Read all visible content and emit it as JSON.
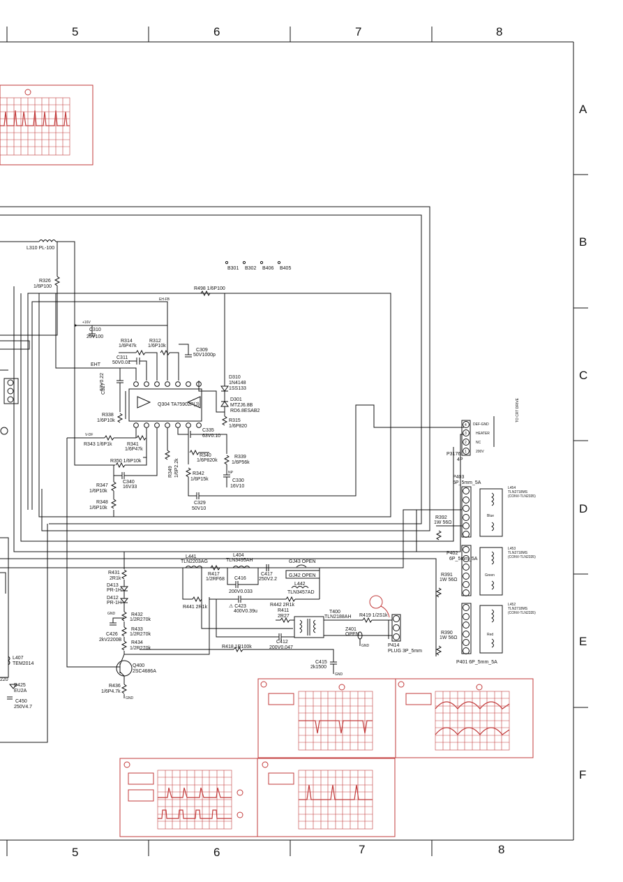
{
  "columns_top": [
    "5",
    "6",
    "7",
    "8"
  ],
  "columns_bottom": [
    "5",
    "6",
    "7",
    "8"
  ],
  "rows": [
    "A",
    "B",
    "C",
    "D",
    "E",
    "F"
  ],
  "ic": {
    "name": "Q304 TA75902P(J)"
  },
  "parts": {
    "l310": "L310  PL-100",
    "r326": "R326\n1/6P100",
    "r498": "R498  1/6P100",
    "ehfb": "EH-FB",
    "plus16": "+16V",
    "c310": "C310\n25V100",
    "r314": "R314\n1/6P47k",
    "r312": "R312\n1/6P10k",
    "c309": "C309\n50V1000p",
    "c311": "C311\n50V0.01",
    "eht": "EHT",
    "c327": "C327\n63V0.22",
    "d310": "D310\n1N4148\n1SS133",
    "d301": "D301\nMTZJ6.8B\nRD6.8ESAB2",
    "r315": "R315\n1/6P820",
    "r338": "R338\n1/6P10k",
    "vdf": "V-DF",
    "r343": "R343  1/6P1k",
    "r341": "R341\n1/6P47k",
    "c335": "C335\n63V0.10",
    "r340": "R340\n1/6P820k",
    "r339": "R339\n1/6P56k",
    "r350": "R350   1/6P10k",
    "r349": "R349\n1/6P2.2k",
    "r342": "R342\n1/6P15k",
    "np": "NP",
    "c330": "C330\n16V10",
    "r347": "R347\n1/6P10k",
    "c340": "C340\n16V33",
    "r348": "R348\n1/6P10k",
    "c329": "C329\n50V10",
    "b301": "B301",
    "b302": "B302",
    "b406": "B406",
    "b405": "B405",
    "p3176": "P3176\n4P",
    "crt_pins": [
      "DEF-GND",
      "HEATER",
      "NC",
      "200V"
    ],
    "to_crt": "TO CRT DRIVE",
    "p403": "P403\n6P_5mm_5A",
    "p402": "P402\n6P_5mm_5A",
    "p401": "P401 6P_5mm_5A",
    "l454": "L454\nTLN2718MS\n(CONV-TLN2335)",
    "l453": "L453\nTLN2718MS\n(CONV-TLN2335)",
    "l452": "L452\nTLN2718MS\n(CONV-TLN2335)",
    "blue": "Blue",
    "green": "Green",
    "red": "Red",
    "r392": "R392\n1W 56Ω",
    "r391": "R391\n1W 56Ω",
    "r390": "R390\n1W 56Ω",
    "l441": "L441\nTLN2203AG",
    "l404": "L404\nTLN3495AH",
    "c417": "C417\n250V2.2",
    "gj43": "GJ43 OPEN",
    "gj42": "GJ42 OPEN",
    "l442": "L442\nTLN3457AD",
    "r417": "R417\n1/2RF68",
    "c416": "C416",
    "c416v": "200V0.033",
    "r441": "R441  2R1k",
    "c423": "⚠ C423\n400V0.39u",
    "r442": "R442  2R1k",
    "r411": "R411\n2R27",
    "t400": "T400\nTLN2188AH",
    "r419": "R419 1/2S1k",
    "z401": "Z401\nOPEN",
    "p414": "P414\nPLUG 3P_5mm",
    "r418": "R418  1R100k",
    "c412": "C412\n200V0.047",
    "c415": "C415\n2k1500",
    "r431": "R431\n2R1k",
    "d413": "D413\nPR-1H",
    "d412": "D412\nPR-1H",
    "r432": "R432\n1/2R270k",
    "r433": "R433\n1/2R270k",
    "r434": "R434\n1/2R270k",
    "c426": "C426\n2kV2200B",
    "q400": "Q400\n2SC4686A",
    "r436": "R436\n1/6P4.7k",
    "l407": "L407\nTEM2014",
    "d425": "D425\nEU2A",
    "c450": "C450\n250V4.7",
    "r220": "220",
    "gnd": "GND"
  },
  "scopes": [
    {
      "id": "scope-a",
      "wave": "pulse-train"
    },
    {
      "id": "scope-e1",
      "wave": "spikes"
    },
    {
      "id": "scope-e2",
      "wave": "parabola"
    },
    {
      "id": "scope-f1",
      "wave": "dual-pulse"
    },
    {
      "id": "scope-f2",
      "wave": "pulses"
    }
  ],
  "colors": {
    "ink": "#111111",
    "scope": "#c23a3a"
  }
}
